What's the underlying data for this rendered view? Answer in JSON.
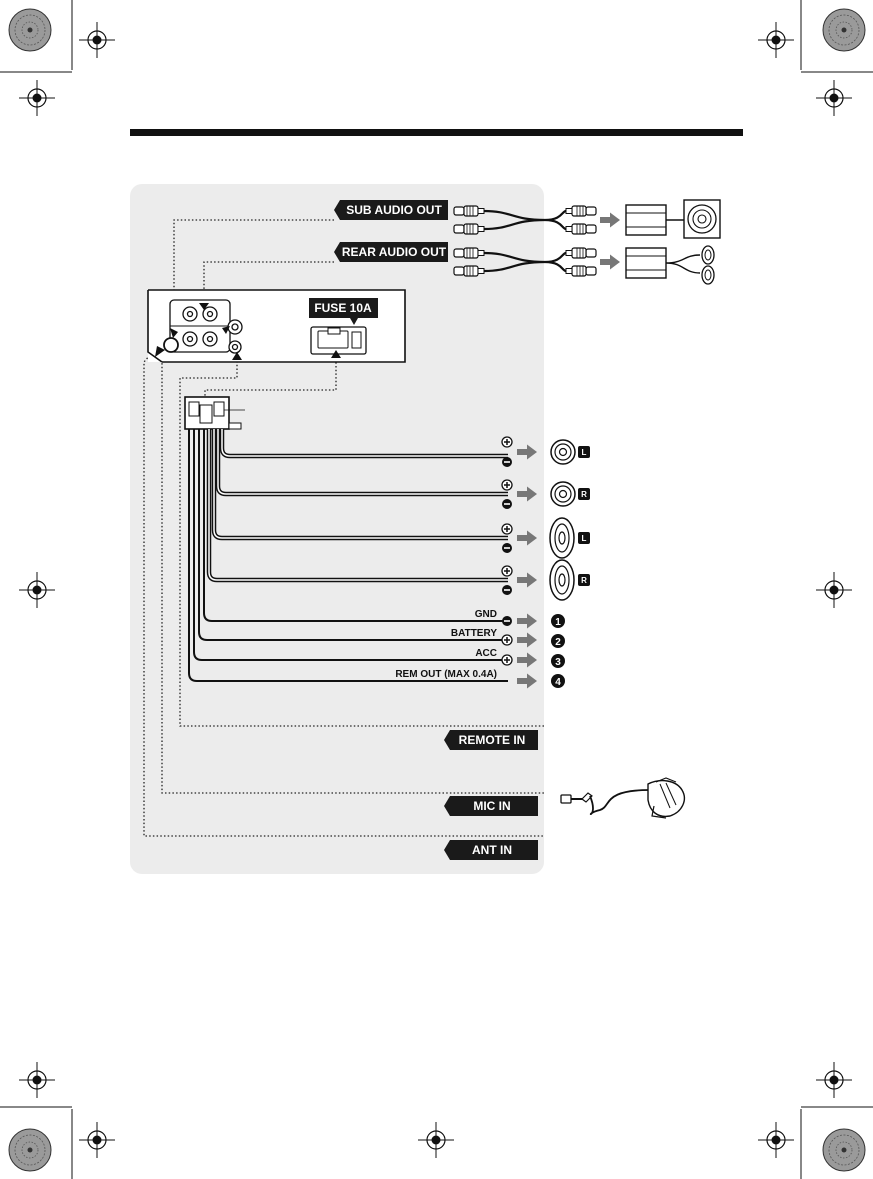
{
  "labels": {
    "sub_audio_out": "SUB AUDIO OUT",
    "rear_audio_out": "REAR AUDIO OUT",
    "fuse": "FUSE 10A",
    "remote_in": "REMOTE IN",
    "mic_in": "MIC IN",
    "ant_in": "ANT IN"
  },
  "wires": [
    {
      "label": "GND",
      "polarity": "minus",
      "number": "1"
    },
    {
      "label": "BATTERY",
      "polarity": "plus",
      "number": "2"
    },
    {
      "label": "ACC",
      "polarity": "plus",
      "number": "3"
    },
    {
      "label": "REM OUT (MAX 0.4A)",
      "polarity": "",
      "number": "4"
    }
  ],
  "speakers": [
    {
      "side": "L",
      "type": "round"
    },
    {
      "side": "R",
      "type": "round"
    },
    {
      "side": "L",
      "type": "oval"
    },
    {
      "side": "R",
      "type": "oval"
    }
  ],
  "colors": {
    "panel": "#ececec",
    "ink": "#1a1a1a",
    "arrow": "#777777",
    "tag": "#1a1a1a"
  }
}
